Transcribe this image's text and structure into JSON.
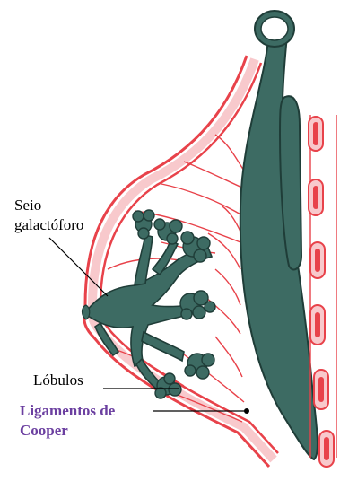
{
  "labels": {
    "seio_line1": "Seio",
    "seio_line2": "galactóforo",
    "lobulos": "Lóbulos",
    "cooper_line1": "Ligamentos de",
    "cooper_line2": "Cooper"
  },
  "colors": {
    "tissue": "#3d6b63",
    "tissue_outline": "#1f3d38",
    "skin_red": "#e8424a",
    "skin_pink": "#f8c9cc",
    "label_purple": "#6b3fa0"
  }
}
